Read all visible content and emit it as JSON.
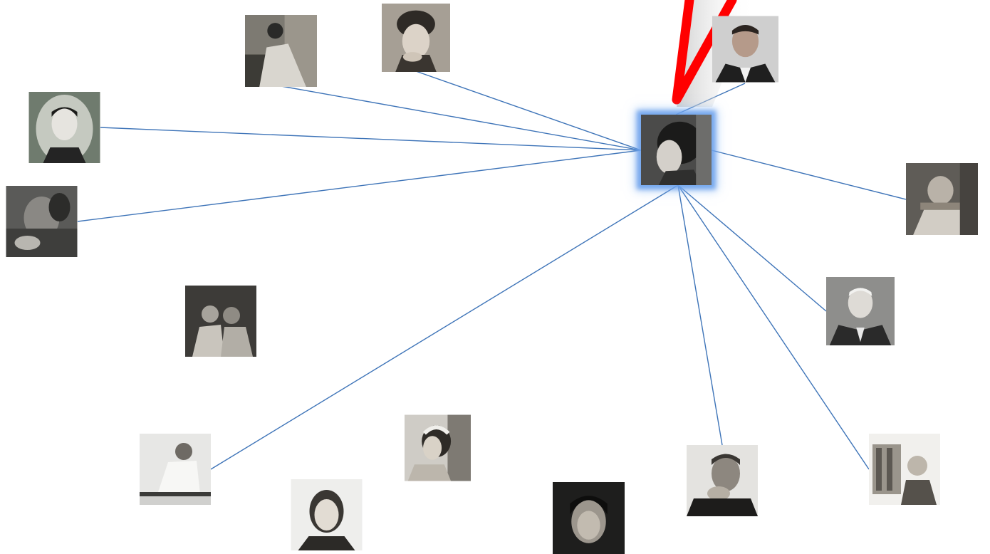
{
  "graph": {
    "edge_color": "#3e74b8",
    "center_glow_color": "#6aa0eb",
    "highlight_stroke_color": "#ff0000",
    "center_node": "center-portrait",
    "nodes": [
      "portrait-man-at-fence",
      "portrait-woman-hand-on-chin",
      "portrait-man-in-suit",
      "portrait-young-man-oval",
      "portrait-man-blurred",
      "portrait-man-with-instrument",
      "portrait-two-children",
      "portrait-older-man-suit",
      "portrait-man-writing",
      "portrait-woman-headband",
      "portrait-woman-profile",
      "portrait-man-dark-hair",
      "portrait-man-hand-on-chin",
      "portrait-man-with-building"
    ],
    "edges": [
      [
        "center-portrait",
        "portrait-man-at-fence"
      ],
      [
        "center-portrait",
        "portrait-woman-hand-on-chin"
      ],
      [
        "center-portrait",
        "portrait-man-in-suit"
      ],
      [
        "center-portrait",
        "portrait-young-man-oval"
      ],
      [
        "center-portrait",
        "portrait-man-blurred"
      ],
      [
        "center-portrait",
        "portrait-man-with-instrument"
      ],
      [
        "center-portrait",
        "portrait-older-man-suit"
      ],
      [
        "center-portrait",
        "portrait-man-with-building"
      ],
      [
        "center-portrait",
        "portrait-man-hand-on-chin"
      ],
      [
        "center-portrait",
        "portrait-man-writing"
      ]
    ]
  }
}
